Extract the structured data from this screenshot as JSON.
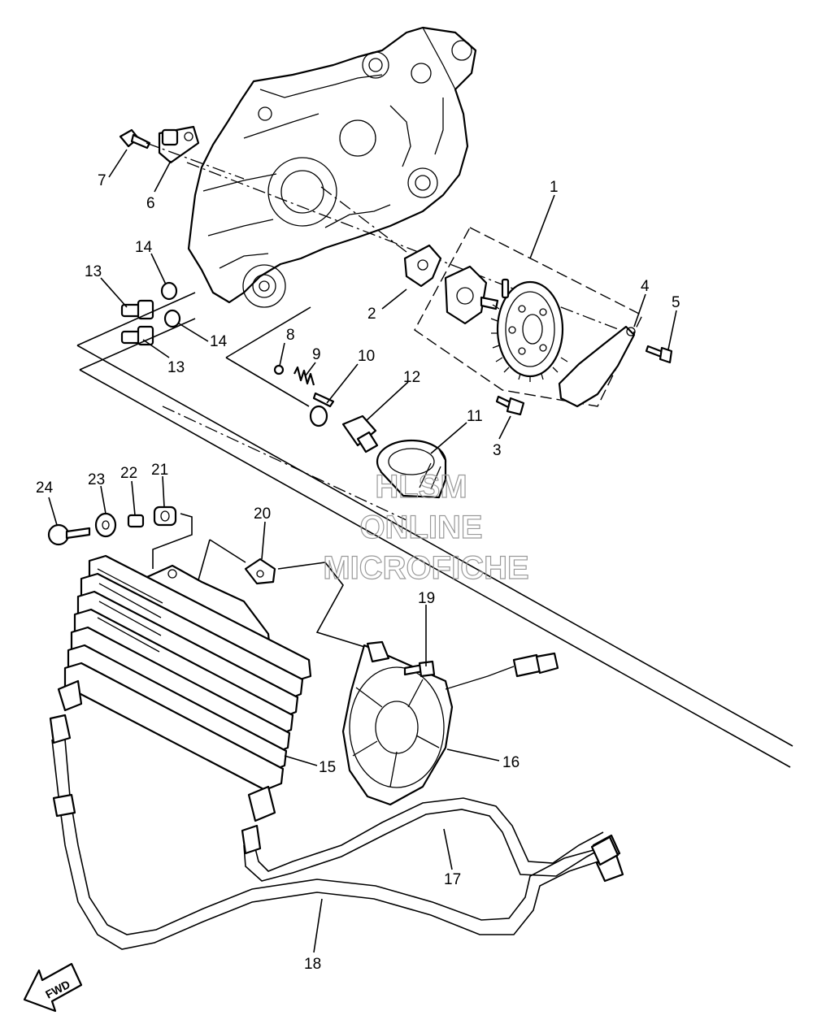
{
  "watermark": {
    "line1": "HLSM",
    "line2": "ONLINE",
    "line3": "MICROFICHE"
  },
  "direction_label": "FWD",
  "callouts": [
    {
      "id": "1",
      "text": "1"
    },
    {
      "id": "2",
      "text": "2"
    },
    {
      "id": "3",
      "text": "3"
    },
    {
      "id": "4",
      "text": "4"
    },
    {
      "id": "5",
      "text": "5"
    },
    {
      "id": "6",
      "text": "6"
    },
    {
      "id": "7",
      "text": "7"
    },
    {
      "id": "8",
      "text": "8"
    },
    {
      "id": "9",
      "text": "9"
    },
    {
      "id": "10",
      "text": "10"
    },
    {
      "id": "11",
      "text": "11"
    },
    {
      "id": "12",
      "text": "12"
    },
    {
      "id": "13a",
      "text": "13"
    },
    {
      "id": "13b",
      "text": "13"
    },
    {
      "id": "14a",
      "text": "14"
    },
    {
      "id": "14b",
      "text": "14"
    },
    {
      "id": "15",
      "text": "15"
    },
    {
      "id": "16",
      "text": "16"
    },
    {
      "id": "17",
      "text": "17"
    },
    {
      "id": "18",
      "text": "18"
    },
    {
      "id": "19",
      "text": "19"
    },
    {
      "id": "20",
      "text": "20"
    },
    {
      "id": "21",
      "text": "21"
    },
    {
      "id": "22",
      "text": "22"
    },
    {
      "id": "23",
      "text": "23"
    },
    {
      "id": "24",
      "text": "24"
    }
  ],
  "colors": {
    "line": "#000000",
    "background": "#ffffff",
    "watermark": "#9a9a9a"
  }
}
